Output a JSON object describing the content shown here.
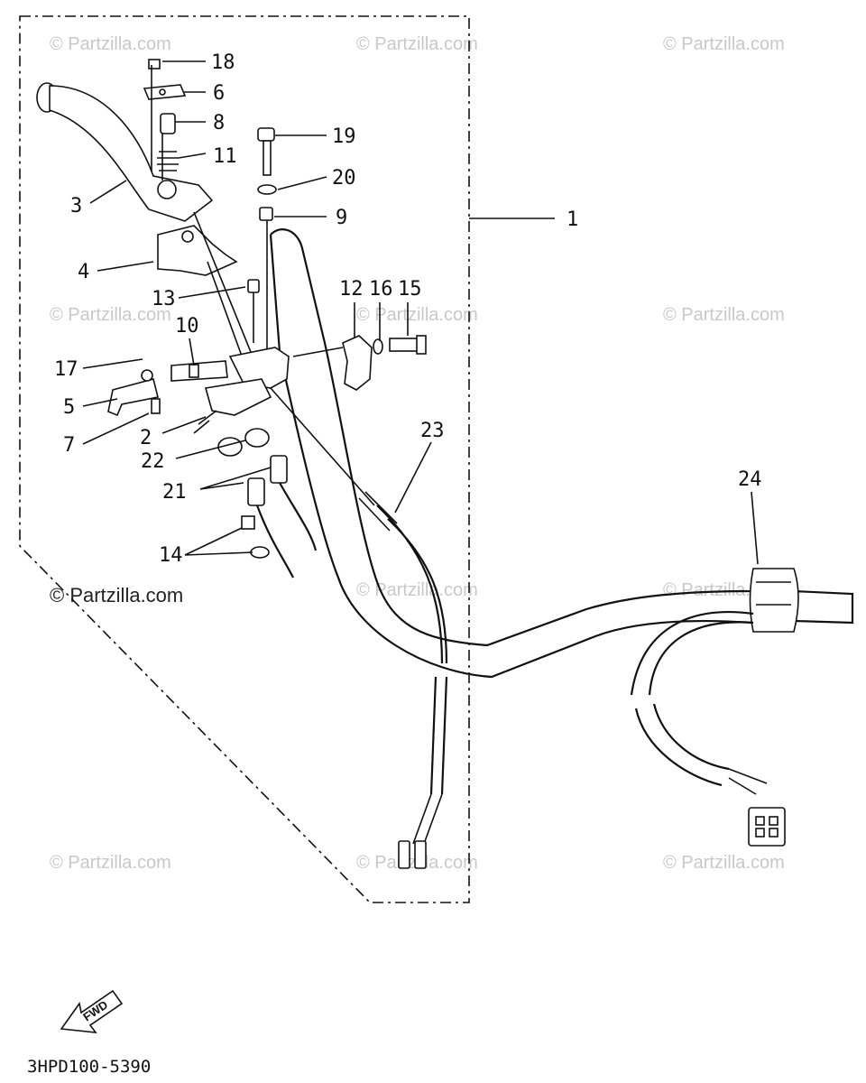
{
  "watermark": "© Partzilla.com",
  "watermark_main": "© Partzilla.com",
  "diagram_code": "3HPD100-5390",
  "direction_label": "FWD",
  "callouts": {
    "c1": "1",
    "c2": "2",
    "c3": "3",
    "c4": "4",
    "c5": "5",
    "c6": "6",
    "c7": "7",
    "c8": "8",
    "c9": "9",
    "c10": "10",
    "c11": "11",
    "c12": "12",
    "c13": "13",
    "c14": "14",
    "c15": "15",
    "c16": "16",
    "c17": "17",
    "c18": "18",
    "c19": "19",
    "c20": "20",
    "c21": "21",
    "c22": "22",
    "c23": "23",
    "c24": "24"
  },
  "icons": {
    "direction": "fwd-arrow-icon"
  },
  "colors": {
    "ink": "#111111",
    "watermark": "#c8c8c8",
    "background": "#ffffff"
  }
}
